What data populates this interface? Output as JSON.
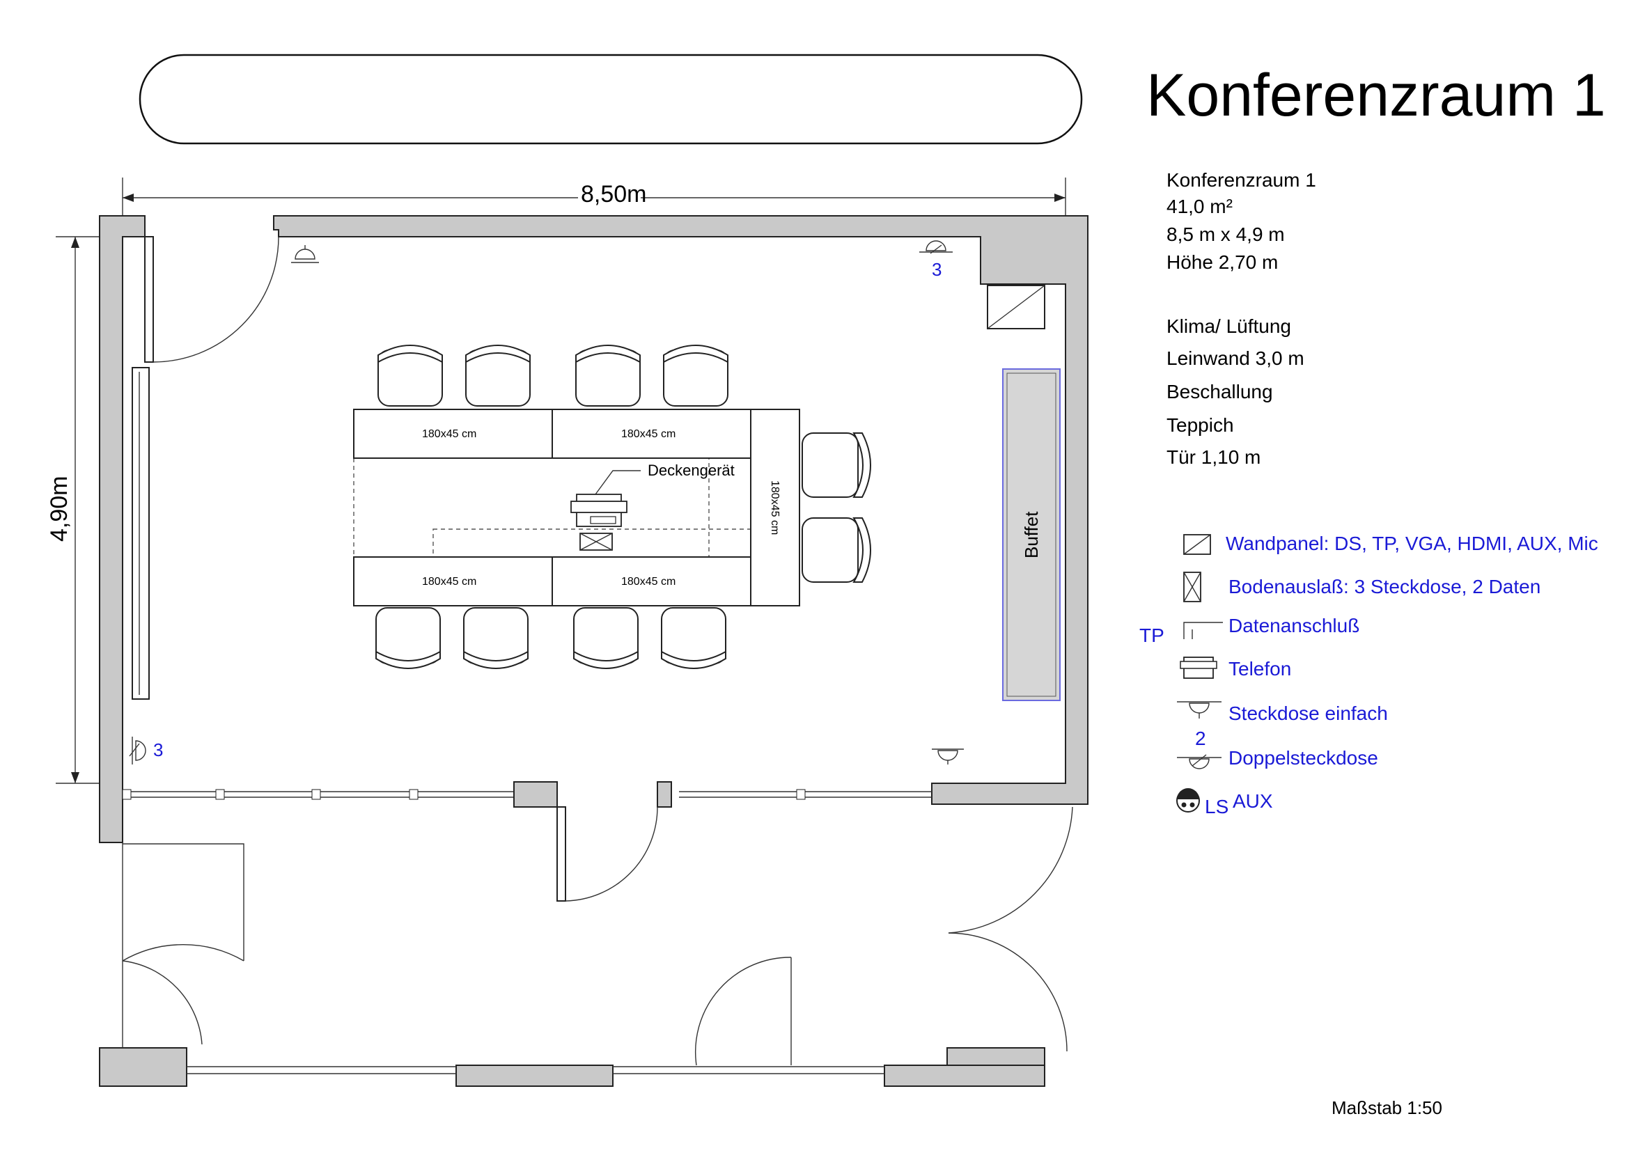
{
  "title": "Konferenzraum 1",
  "dimensions": {
    "width_label": "8,50m",
    "height_label": "4,90m"
  },
  "info": {
    "name": "Konferenzraum 1",
    "area": "41,0 m²",
    "size": "8,5 m x 4,9 m",
    "height": "Höhe 2,70 m",
    "features": [
      "Klima/ Lüftung",
      "Leinwand 3,0 m",
      "Beschallung",
      "Teppich",
      "Tür 1,10 m"
    ]
  },
  "tables": {
    "label": "180x45 cm"
  },
  "ceiling_device": "Deckengerät",
  "buffet": "Buffet",
  "outlet_count": "3",
  "legend": {
    "wall_panel": "Wandpanel: DS, TP, VGA, HDMI, AUX, Mic",
    "floor_outlet": "Bodenauslaß:  3 Steckdose, 2 Daten",
    "tp": "TP",
    "data": "Datenanschluß",
    "phone": "Telefon",
    "socket_single": "Steckdose einfach",
    "socket_count": "2",
    "socket_double": "Doppelsteckdose",
    "ls": "LS",
    "aux": "AUX"
  },
  "scale": "Maßstab  1:50",
  "colors": {
    "wall": "#c9c9c9",
    "legend_text": "#1a1ad6",
    "buffet_outline": "#6a6adf"
  }
}
